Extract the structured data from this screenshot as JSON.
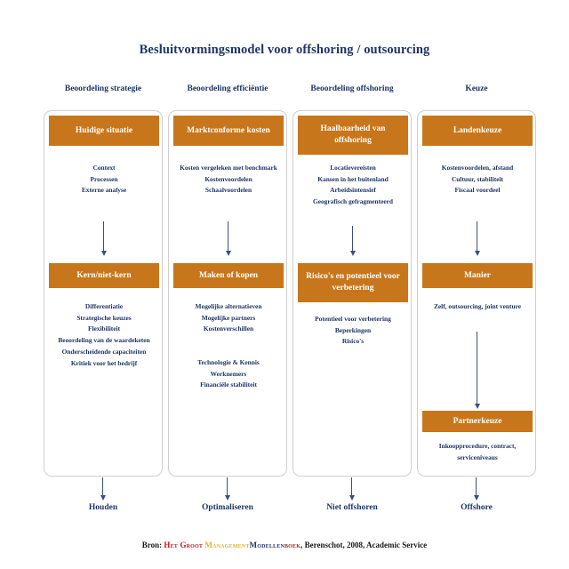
{
  "title": "Besluitvormingsmodel voor offshoring / outsourcing",
  "colors": {
    "band": "#c8761b",
    "text_blue": "#1f3566",
    "border": "#cfcfcf",
    "arrow": "#3a4f80"
  },
  "columns": [
    {
      "header": "Beoordeling strategie",
      "outcome": "Houden",
      "boxes": [
        {
          "band": "Huidige situatie",
          "groups": [
            [
              "Context",
              "Processen",
              "Externe analyse"
            ]
          ]
        },
        {
          "band": "Kern/niet-kern",
          "groups": [
            [
              "Differentiatie",
              "Strategische keuzes",
              "Flexibiliteit",
              "Beoordeling van de waardeketen",
              "Onderscheidende capaciteiten",
              "Kritiek voor het bedrijf"
            ]
          ]
        }
      ]
    },
    {
      "header": "Beoordeling efficiëntie",
      "outcome": "Optimaliseren",
      "boxes": [
        {
          "band": "Marktconforme kosten",
          "groups": [
            [
              "Kosten vergeleken met benchmark",
              "Kostenvoordelen",
              "Schaalvoordelen"
            ]
          ]
        },
        {
          "band": "Maken of kopen",
          "groups": [
            [
              "Mogelijke alternatieven",
              "Mogelijke partners",
              "Kostenverschillen"
            ],
            [
              "Technologie & Kennis",
              "Werknemers",
              "Financiële stabiliteit"
            ]
          ]
        }
      ]
    },
    {
      "header": "Beoordeling offshoring",
      "outcome": "Niet offshoren",
      "boxes": [
        {
          "band": "Haalbaarheid van offshoring",
          "groups": [
            [
              "Locatievereisten",
              "Kansen in het buitenland",
              "Arbeidsintensief",
              "Geografisch gefragmenteerd"
            ]
          ]
        },
        {
          "band": "Risico's en potentieel voor verbetering",
          "groups": [
            [
              "Potentieel voor verbetering",
              "Beperkingen",
              "Risico's"
            ]
          ]
        }
      ]
    },
    {
      "header": "Keuze",
      "outcome": "Offshore",
      "boxes": [
        {
          "band": "Landenkeuze",
          "groups": [
            [
              "Kostenvoordelen, afstand",
              "Cultuur, stabiliteit",
              "Fiscaal voordeel"
            ]
          ]
        },
        {
          "band": "Manier",
          "groups": [
            [
              "Zelf, outsourcing, joint venture"
            ]
          ]
        },
        {
          "band": "Partnerkeuze",
          "groups": [
            [
              "Inkoopprocedure, contract, serviceniveaus"
            ]
          ]
        }
      ]
    }
  ],
  "source": {
    "prefix": "Bron:",
    "part_red": "Het Groot",
    "part_gold": "Management",
    "part_blue": "Modellen",
    "part_brown": "boek",
    "suffix": ", Berenschot, 2008, Academic Service"
  }
}
